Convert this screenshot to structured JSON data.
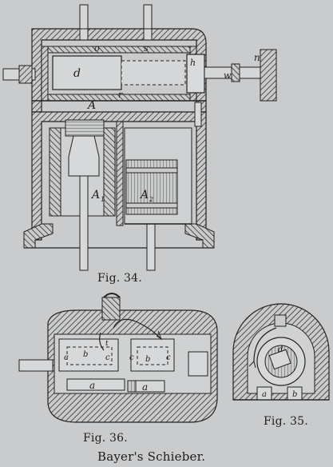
{
  "captions": {
    "fig34": "Fig. 34.",
    "fig35": "Fig. 35.",
    "fig36": "Fig. 36.",
    "title": "Bayer's Schieber."
  },
  "fig34_labels": {
    "o": "o",
    "s": "s",
    "h": "h",
    "n": "n",
    "d": "d",
    "w": "w",
    "r": "r",
    "A": "A",
    "A1": "A",
    "A2": "A"
  },
  "fig36_labels": {
    "c1": "c",
    "b1": "b",
    "c2": "c",
    "c3": "c",
    "b2": "b",
    "c4": "c",
    "a1": "a",
    "a2": "a",
    "t": "t"
  },
  "fig35_labels": {
    "d": "d",
    "a": "a",
    "b": "b"
  },
  "colors": {
    "paper": "#c9cbcc",
    "ink": "#1d1d1d",
    "hatch": "#333333"
  }
}
